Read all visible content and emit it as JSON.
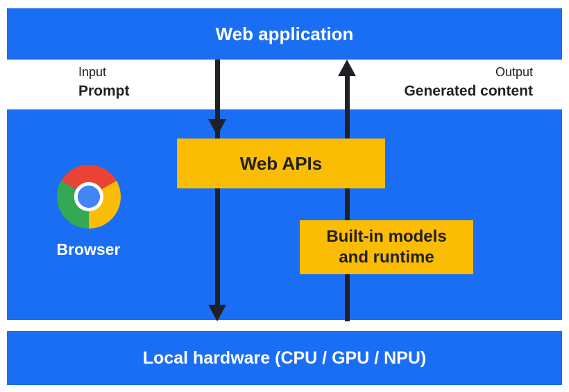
{
  "colors": {
    "blue": "#1A6EF4",
    "yellow": "#FBBC04",
    "dark": "#202124",
    "white": "#FFFFFF"
  },
  "top_bar": {
    "label": "Web application"
  },
  "io_labels": {
    "input_title": "Input",
    "input_value": "Prompt",
    "output_title": "Output",
    "output_value": "Generated content"
  },
  "browser": {
    "label": "Browser"
  },
  "boxes": {
    "web_apis": "Web APIs",
    "builtin_line1": "Built-in models",
    "builtin_line2": "and runtime"
  },
  "bottom_bar": {
    "label": "Local hardware (CPU / GPU / NPU)"
  }
}
